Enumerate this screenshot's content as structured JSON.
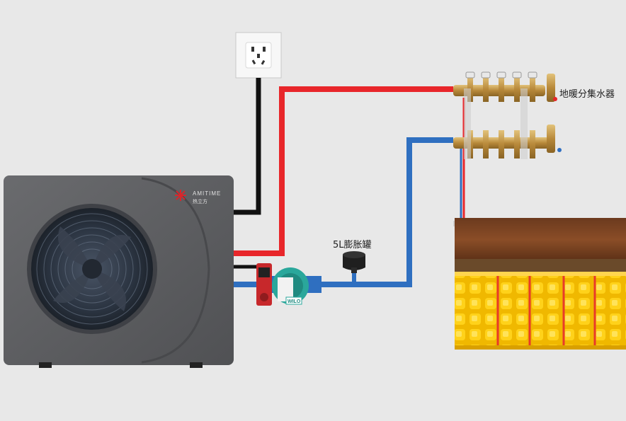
{
  "labels": {
    "manifold": "地暖分集水器",
    "expansion_tank": "5L膨胀罐"
  },
  "brand": {
    "name": "AMITIME",
    "name_cn": "热立方"
  },
  "pump_badge": "WILO",
  "colors": {
    "background": "#e8e8e8",
    "supply_pipe": "#e8262a",
    "return_pipe": "#2f6fc0",
    "power_cable": "#111111",
    "unit_body": "#5c5d60",
    "pump": "#2aa79b",
    "floor_heating": "#f5c400"
  }
}
